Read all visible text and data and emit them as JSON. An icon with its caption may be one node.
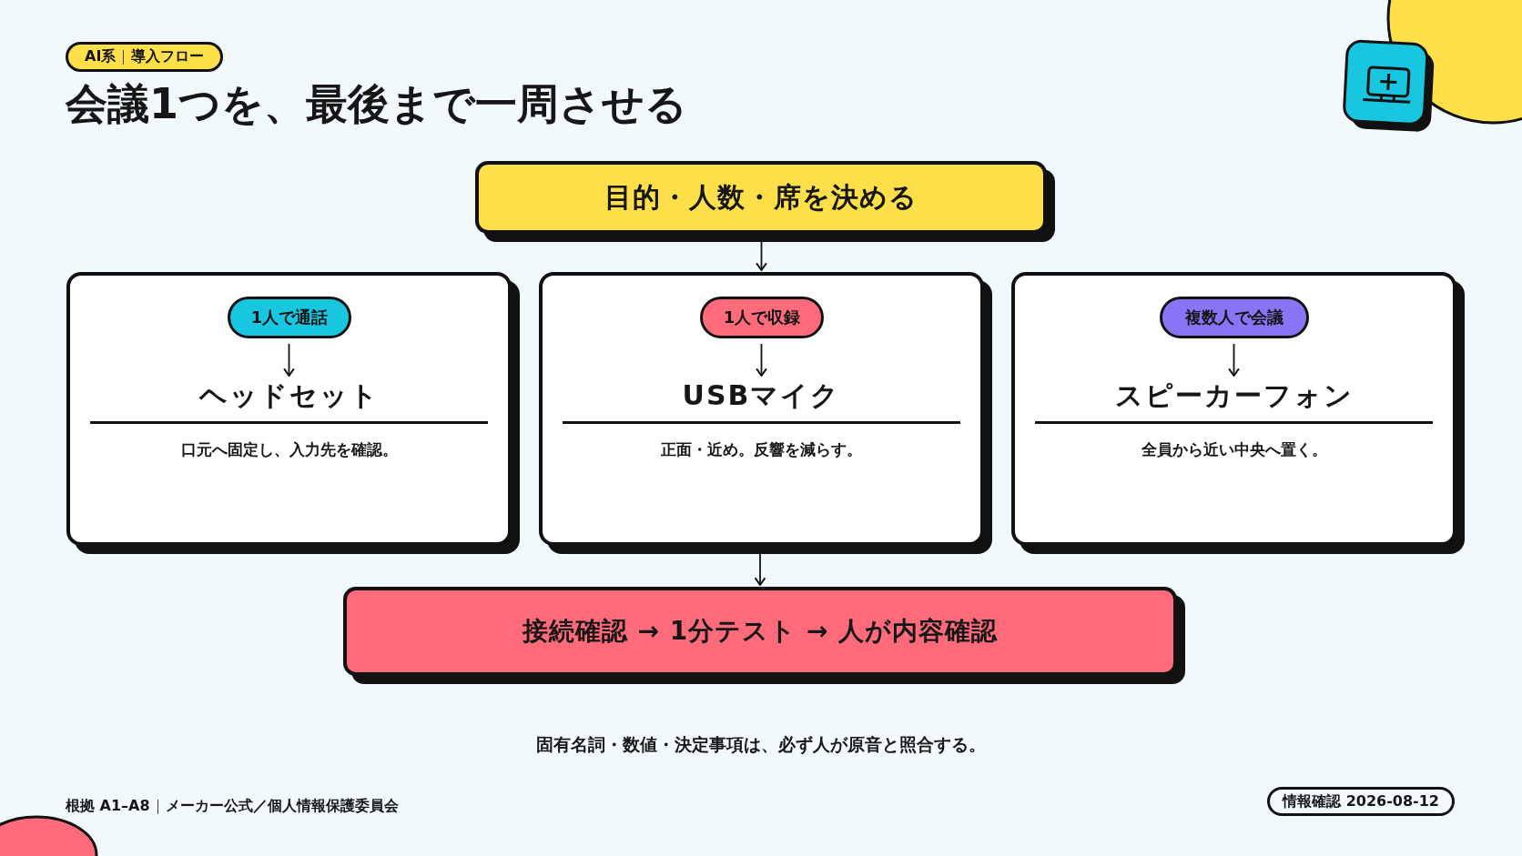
{
  "diagram": {
    "title": "会議1つを、最後まで一周させる",
    "nodes": [
      {
        "text": [
          "目的・人数・席を決める"
        ]
      },
      {
        "text": [
          "口元へ固定し、入力先を確認。"
        ]
      },
      {
        "text": [
          "1人で通話"
        ],
        "in": 1
      },
      {
        "text": [
          "ヘッドセット"
        ],
        "in": 1
      },
      {
        "text": [
          "正面・近め。反響を減らす。"
        ]
      },
      {
        "text": [
          "1人で収録"
        ],
        "in": 4
      },
      {
        "text": [
          "USBマイク"
        ],
        "in": 4
      },
      {
        "text": [
          "全員から近い中央へ置く。"
        ]
      },
      {
        "text": [
          "複数人で会議"
        ],
        "in": 7
      },
      {
        "text": [
          "スピーカーフォン"
        ],
        "in": 7
      },
      {
        "text": [
          "接続確認 → 1分テスト → 人が内容確認"
        ]
      }
    ],
    "edges": [
      {
        "from": 0,
        "to": 4,
        "arrow": "to"
      },
      {
        "from": 2,
        "to": 3,
        "arrow": "to"
      },
      {
        "from": 5,
        "to": 6,
        "arrow": "to"
      },
      {
        "from": 8,
        "to": 9,
        "arrow": "to"
      },
      {
        "from": 4,
        "to": 10,
        "arrow": "to"
      }
    ],
    "labels": [
      "AI系",
      "導入フロー",
      "固有名詞・数値・決定事項は、必ず人が原音と照合する。",
      "根拠 A1–A8",
      "メーカー公式／個人情報保護委員会",
      "情報確認 2026-08-12"
    ]
  }
}
